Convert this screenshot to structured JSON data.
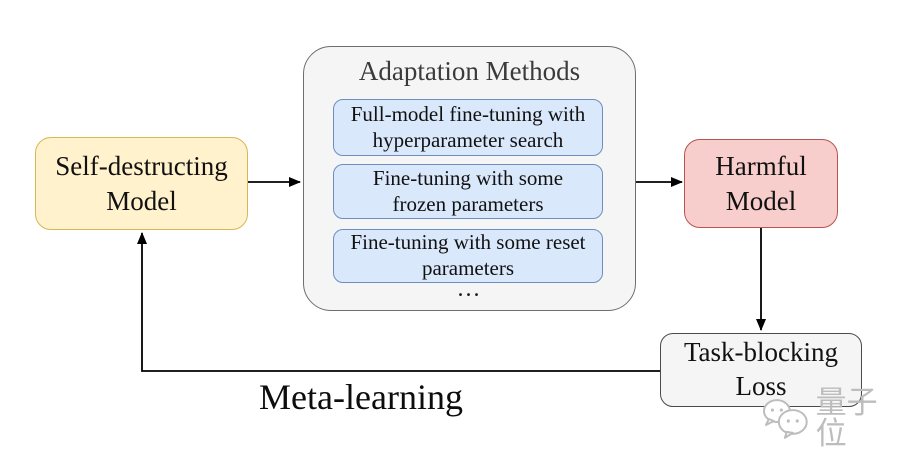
{
  "palette": {
    "yellow_fill": "#FFF2CC",
    "yellow_stroke": "#D6B656",
    "blue_fill": "#DAE8FC",
    "blue_stroke": "#6C8EBF",
    "red_fill": "#F8CECC",
    "red_stroke": "#B85450",
    "gray_fill": "#F5F5F5",
    "gray_stroke": "#6e6e6e",
    "arrow_color": "#000000"
  },
  "nodes": {
    "self_destructing": {
      "line1": "Self-destructing",
      "line2": "Model"
    },
    "adaptation": {
      "title": "Adaptation Methods",
      "methods": [
        {
          "line1": "Full-model fine-tuning with",
          "line2": "hyperparameter search"
        },
        {
          "line1": "Fine-tuning with some",
          "line2": "frozen parameters"
        },
        {
          "line1": "Fine-tuning with some reset",
          "line2": "parameters"
        }
      ],
      "ellipsis": "..."
    },
    "harmful": {
      "line1": "Harmful",
      "line2": "Model"
    },
    "task_blocking": {
      "line1": "Task-blocking",
      "line2": "Loss"
    }
  },
  "labels": {
    "meta_learning": "Meta-learning"
  },
  "watermark": {
    "text": "量子位"
  }
}
